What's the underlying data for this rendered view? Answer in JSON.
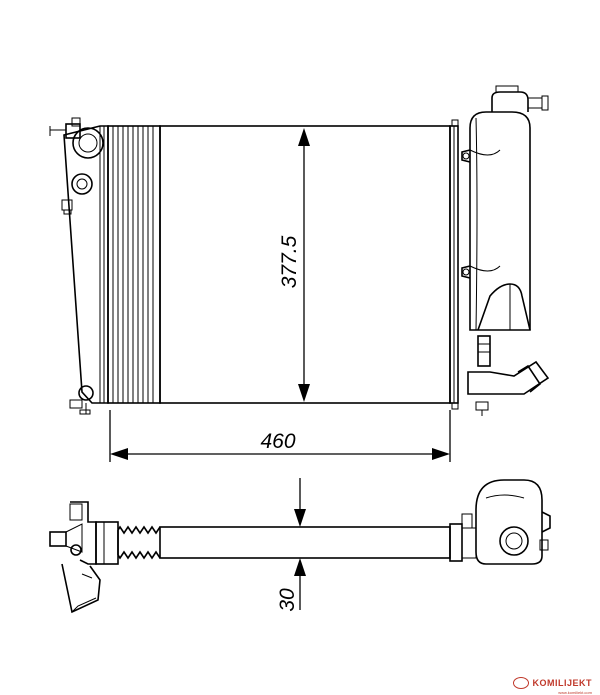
{
  "dimensions": {
    "height_label": "377.5",
    "width_label": "460",
    "depth_label": "30"
  },
  "brand": {
    "name": "KOMILIJEKT",
    "tagline": "www.komiliekt.com"
  },
  "colors": {
    "line": "#000000",
    "background": "#ffffff",
    "brand": "#c0392b"
  }
}
